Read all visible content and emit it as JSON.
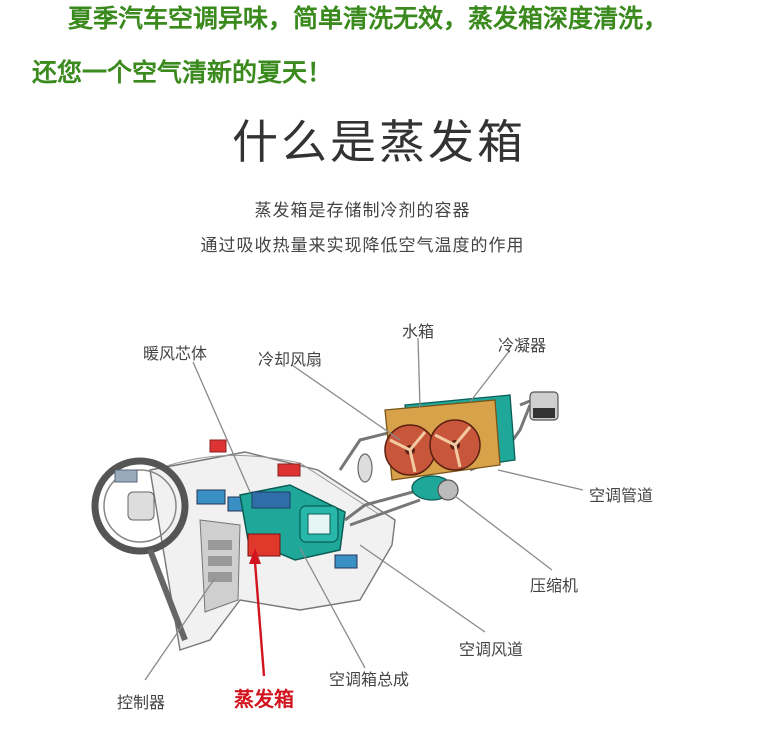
{
  "headline": {
    "line1": "夏季汽车空调异味，简单清洗无效，蒸发箱深度清洗，",
    "line2": "还您一个空气清新的夏天！",
    "color": "#3a8a1e"
  },
  "section_title": "什么是蒸发箱",
  "description": {
    "line1": "蒸发箱是存储制冷剂的容器",
    "line2": "通过吸收热量来实现降低空气温度的作用"
  },
  "diagram": {
    "labels": {
      "heater_core": "暖风芯体",
      "cooling_fan": "冷却风扇",
      "water_tank": "水箱",
      "condenser": "冷凝器",
      "ac_pipe": "空调管道",
      "compressor": "压缩机",
      "ac_duct": "空调风道",
      "ac_box_assembly": "空调箱总成",
      "controller": "控制器",
      "evaporator": "蒸发箱"
    },
    "highlight_color": "#d1141e",
    "component_color": "#1fa89a"
  }
}
